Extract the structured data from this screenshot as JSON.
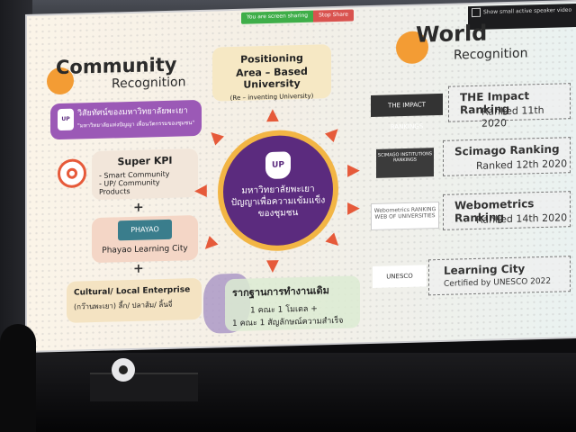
{
  "zoom": {
    "sharing_label": "You are screen sharing",
    "stop_share_label": "Stop Share",
    "video_tip": "Show small active speaker video"
  },
  "left": {
    "title": "Community",
    "subtitle": "Recognition",
    "banner_line1": "วิสัยทัศน์ของมหาวิทยาลัยพะเยา",
    "banner_line2": "\"มหาวิทยาลัยแห่งปัญญา เพื่อนวัตกรรมของชุมชน\"",
    "kpi_title": "Super KPI",
    "kpi_line1": "- Smart Community",
    "kpi_line2": "- UP/ Community Products",
    "plus1": "+",
    "phayao_logo": "PHAYAO",
    "phayao_label": "Phayao Learning City",
    "plus2": "+",
    "cultural_title": "Cultural/ Local Enterprise",
    "cultural_sub": "(กว๊านพะเยา) ลี้ก/ ปลาส้ม/ ลิ้นจี่"
  },
  "center": {
    "positioning_title": "Positioning",
    "positioning_main": "Area – Based University",
    "positioning_sub": "(Re – inventing University)",
    "logo": "UP",
    "circle_line1": "มหาวิทยาลัยพะเยา",
    "circle_line2": "ปัญญาเพื่อความเข้มแข็ง",
    "circle_line3": "ของชุมชน",
    "bottom_line1": "รากฐานการทำงานเดิม",
    "bottom_line2": "1 คณะ 1 โมเดล +",
    "bottom_line3": "1 คณะ 1 สัญลักษณ์ความสำเร็จ"
  },
  "right": {
    "title": "World",
    "subtitle": "Recognition",
    "rankings": [
      {
        "name": "THE Impact Ranking",
        "value": "Ranked 11th 2020",
        "logo": "THE IMPACT RANKINGS"
      },
      {
        "name": "Scimago Ranking",
        "value": "Ranked 12th 2020",
        "logo": "SCIMAGO INSTITUTIONS RANKINGS"
      },
      {
        "name": "Webometrics Ranking",
        "value": "Ranked 14th 2020",
        "logo": "Webometrics RANKING WEB OF UNIVERSITIES"
      },
      {
        "name": "Learning City",
        "value": "Certified by UNESCO 2022",
        "logo": "UNESCO"
      }
    ]
  },
  "colors": {
    "accent_orange": "#f39c34",
    "purple": "#5b2b7e",
    "arrow_red": "#e65a3a",
    "gold": "#f2b544"
  }
}
